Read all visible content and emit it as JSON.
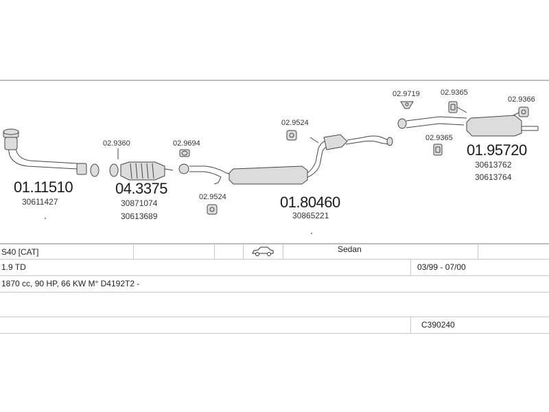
{
  "parts": {
    "downpipe": {
      "main": "01.11510",
      "oe": [
        "30611427"
      ]
    },
    "catalyst": {
      "main": "04.3375",
      "oe": [
        "30871074",
        "30613689"
      ]
    },
    "middle": {
      "main": "01.80460",
      "oe": [
        "30865221"
      ]
    },
    "rear": {
      "main": "01.95720",
      "oe": [
        "30613762",
        "30613764"
      ]
    },
    "accessories": {
      "a1": "02.9360",
      "a2": "02.9694",
      "a3": "02.9524",
      "a4": "02.9524",
      "a5": "02.9719",
      "a6": "02.9365",
      "a7": "02.9365",
      "a8": "02.9366"
    }
  },
  "table": {
    "model": "S40  [CAT]",
    "body_type": "Sedan",
    "body_icon": "car-sedan-icon",
    "engine": "1.9 TD",
    "years": "03/99 - 07/00",
    "engine_detail": "1870 cc, 90 HP, 66 KW M° D4192T2 -",
    "code": "C390240"
  }
}
